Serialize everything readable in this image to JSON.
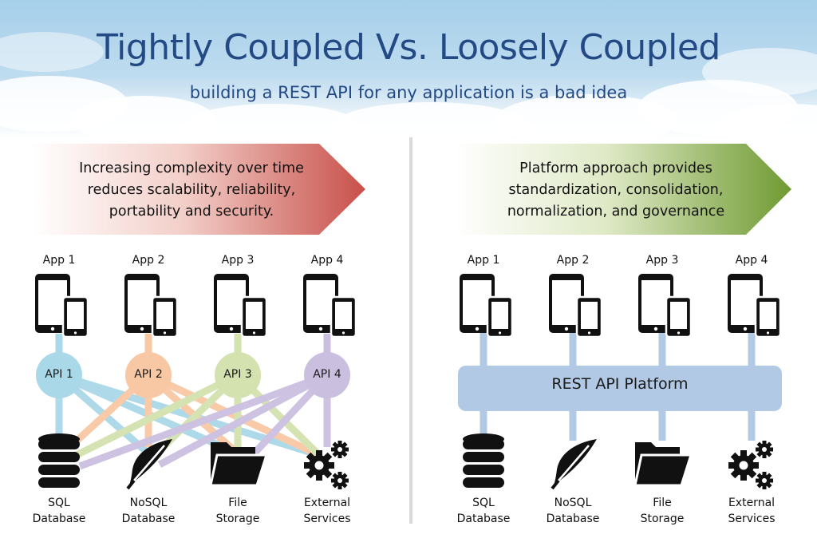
{
  "title": "Tightly Coupled Vs. Loosely Coupled",
  "subtitle": "building a REST API for any application is a bad idea",
  "left": {
    "arrow_text": [
      "Increasing complexity over time",
      "reduces scalability, reliability,",
      "portability and security."
    ],
    "apps": [
      "App 1",
      "App 2",
      "App 3",
      "App 4"
    ],
    "apis": [
      "API 1",
      "API 2",
      "API 3",
      "API 4"
    ],
    "resources": [
      {
        "line1": "SQL",
        "line2": "Database"
      },
      {
        "line1": "NoSQL",
        "line2": "Database"
      },
      {
        "line1": "File",
        "line2": "Storage"
      },
      {
        "line1": "External",
        "line2": "Services"
      }
    ]
  },
  "right": {
    "arrow_text": [
      "Platform approach provides",
      "standardization, consolidation,",
      "normalization, and governance"
    ],
    "apps": [
      "App 1",
      "App 2",
      "App 3",
      "App 4"
    ],
    "platform_label": "REST API Platform",
    "resources": [
      {
        "line1": "SQL",
        "line2": "Database"
      },
      {
        "line1": "NoSQL",
        "line2": "Database"
      },
      {
        "line1": "File",
        "line2": "Storage"
      },
      {
        "line1": "External",
        "line2": "Services"
      }
    ]
  },
  "colors": {
    "title": "#234a84",
    "api_1": "#a9d8e8",
    "api_2": "#f8c8a4",
    "api_3": "#d3e2ae",
    "api_4": "#cbbfe0",
    "platform": "#b2c9e6",
    "arrow_left": "#c8504a",
    "arrow_right": "#6f9a32"
  },
  "icons": [
    "mobile-devices-icon",
    "database-icon",
    "leaf-icon",
    "folder-icon",
    "gears-icon"
  ]
}
